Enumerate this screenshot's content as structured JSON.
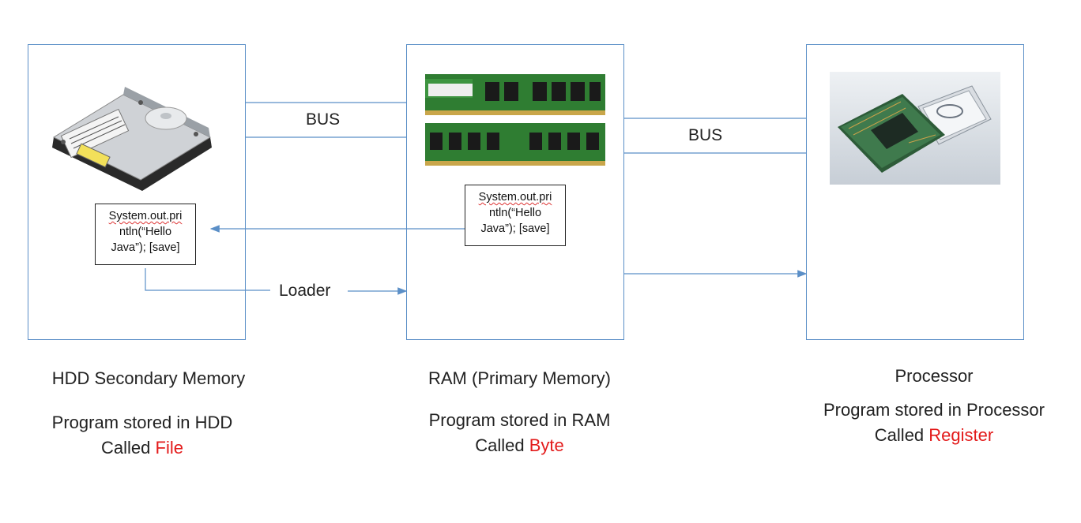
{
  "connector_labels": {
    "bus_left": "BUS",
    "bus_right": "BUS",
    "loader": "Loader"
  },
  "code_snippet": {
    "line1": "System.out.pri",
    "line2": "ntln(“Hello",
    "line3": "Java”); [save]"
  },
  "components": [
    {
      "title": "HDD Secondary Memory",
      "line1": "Program stored in HDD",
      "called_prefix": "Called ",
      "called_term": "File"
    },
    {
      "title": "RAM (Primary Memory)",
      "line1": "Program stored in RAM",
      "called_prefix": "Called ",
      "called_term": "Byte"
    },
    {
      "title": "Processor",
      "line1": "Program stored in Processor",
      "called_prefix": "Called ",
      "called_term": "Register"
    }
  ],
  "colors": {
    "box_border": "#5b8fc7",
    "arrow": "#5b8fc7",
    "highlight_term": "#e31b1b"
  },
  "icons": [
    "hard-disk-drive-image",
    "ram-module-image",
    "cpu-processor-image"
  ]
}
